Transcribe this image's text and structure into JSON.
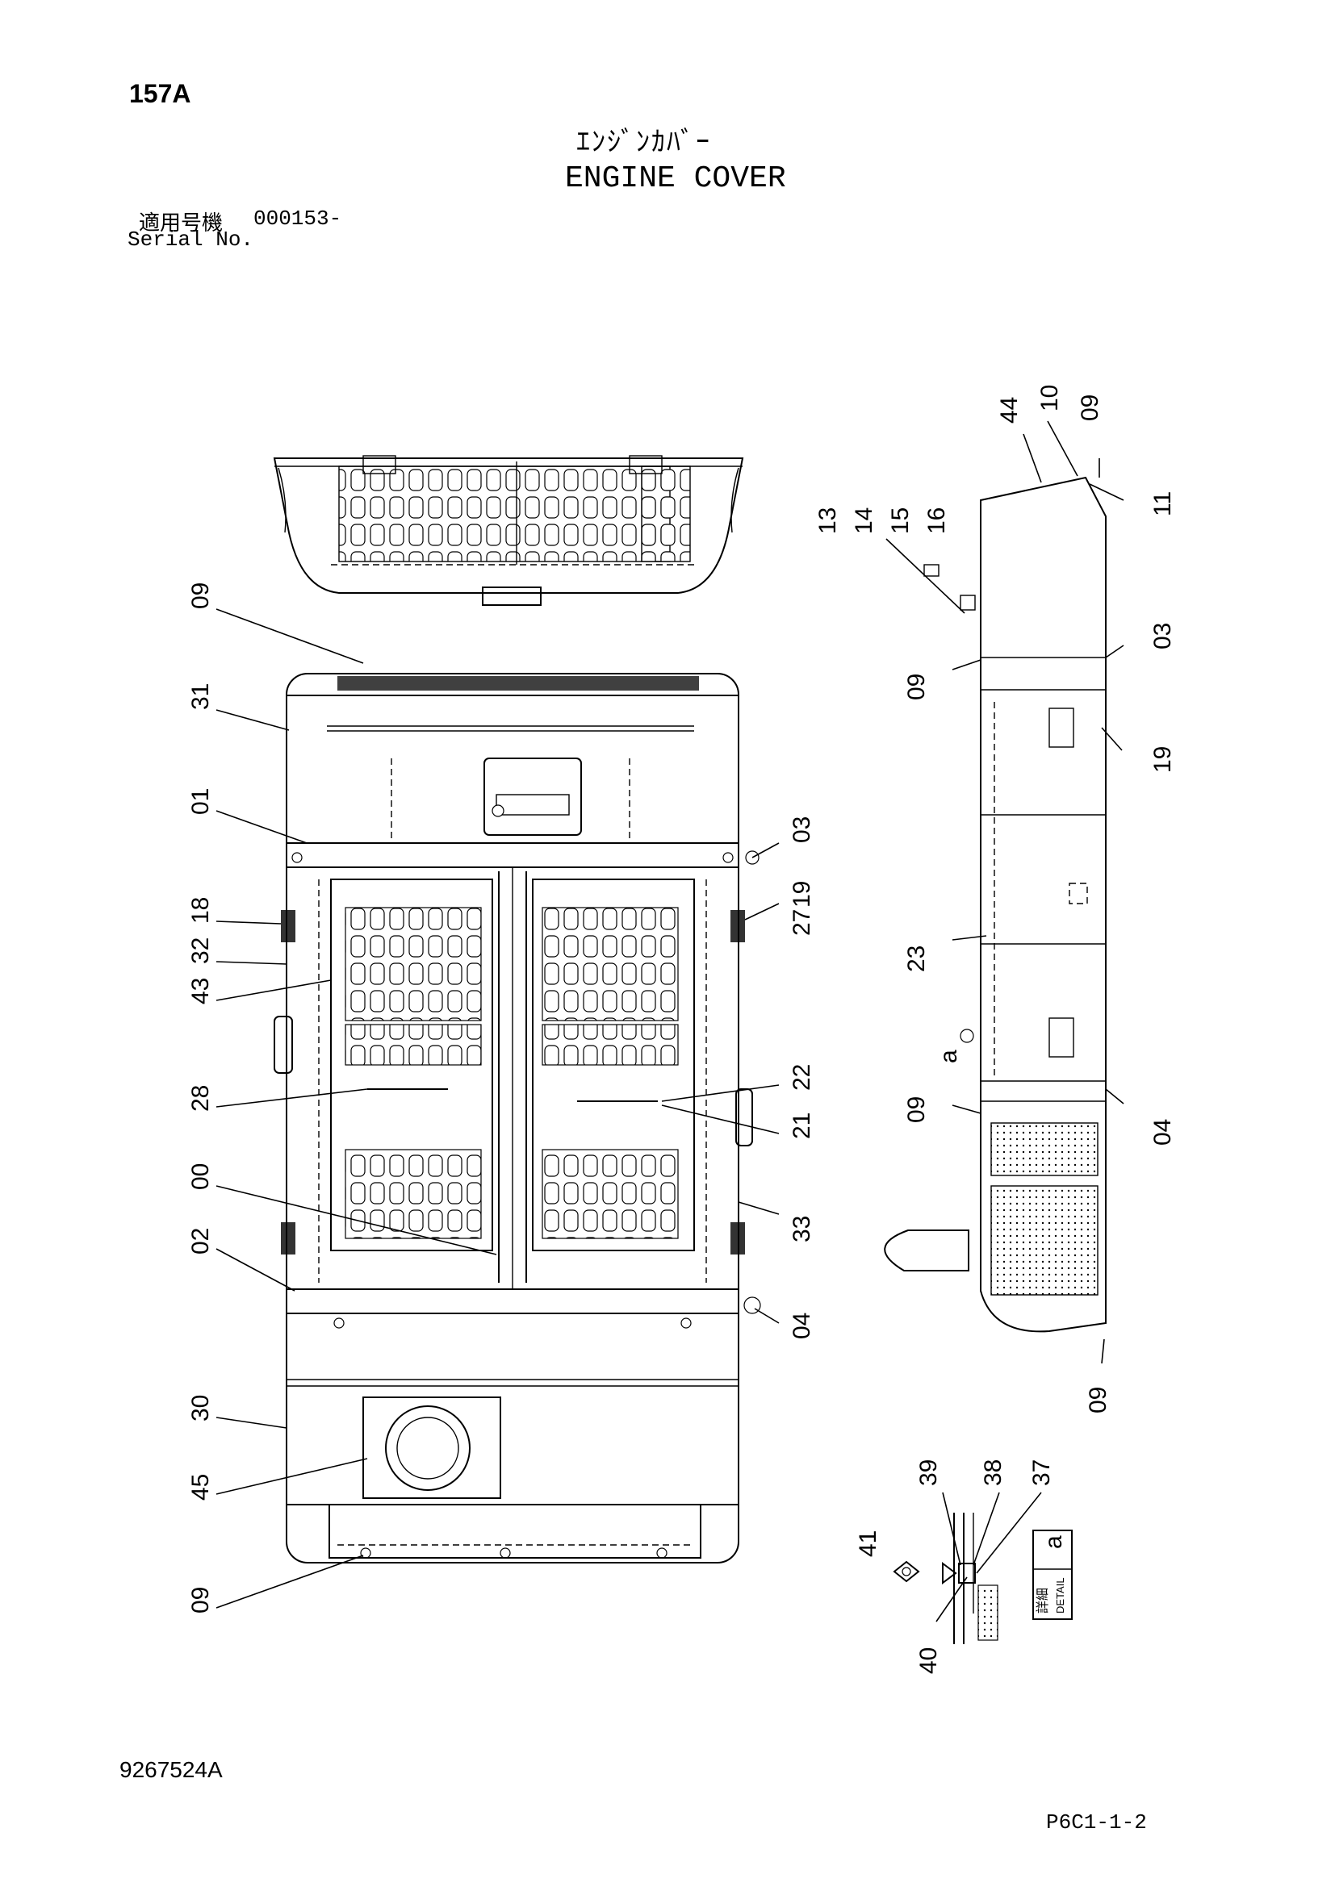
{
  "page_number": "157A",
  "title_jp": "ｴﾝｼﾞﾝｶﾊﾞｰ",
  "title_en": "ENGINE COVER",
  "serial": {
    "label_jp": "適用号機",
    "value": "000153-",
    "label_en": "Serial No."
  },
  "drawing_number": "9267524A",
  "page_code": "P6C1-1-2",
  "detail": {
    "letter": "a",
    "label_jp": "詳細",
    "label_en": "DETAIL",
    "view_marker": "a"
  },
  "part_labels": {
    "l09a": "09",
    "l31": "31",
    "l01": "01",
    "l18": "18",
    "l32": "32",
    "l43": "43",
    "l28": "28",
    "l00": "00",
    "l02": "02",
    "l30": "30",
    "l45": "45",
    "l09b": "09",
    "l03": "03",
    "l19": "19",
    "l27": "27",
    "l22": "22",
    "l21": "21",
    "l33": "33",
    "l04": "04",
    "s13": "13",
    "s14": "14",
    "s15": "15",
    "s16": "16",
    "s44": "44",
    "s10": "10",
    "s09a": "09",
    "s11": "11",
    "s03": "03",
    "s09b": "09",
    "s19": "19",
    "s23": "23",
    "s09c": "09",
    "s04": "04",
    "s09d": "09",
    "d41": "41",
    "d39": "39",
    "d38": "38",
    "d37": "37",
    "d40": "40"
  }
}
